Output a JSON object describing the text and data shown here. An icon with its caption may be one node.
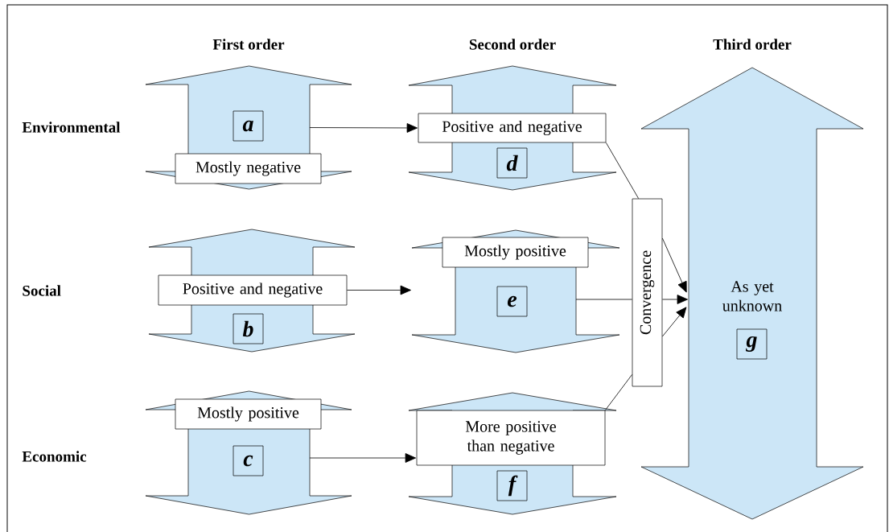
{
  "diagram": {
    "nodes": [
      {
        "text": [],
        "shape": "arrow"
      },
      {
        "text": [
          "a"
        ],
        "in": 0
      },
      {
        "text": [
          "Mostly negative"
        ],
        "in": 0
      },
      {
        "text": [],
        "shape": "arrow"
      },
      {
        "text": [
          "Positive and negative"
        ],
        "in": 3
      },
      {
        "text": [
          "b"
        ],
        "in": 3
      },
      {
        "text": [],
        "shape": "arrow"
      },
      {
        "text": [
          "Mostly positive"
        ],
        "in": 6
      },
      {
        "text": [
          "c"
        ],
        "in": 6
      },
      {
        "text": [],
        "shape": "arrow"
      },
      {
        "text": [
          "Positive and negative"
        ],
        "in": 9
      },
      {
        "text": [
          "d"
        ],
        "in": 9
      },
      {
        "text": [],
        "shape": "arrow"
      },
      {
        "text": [
          "Mostly positive"
        ],
        "in": 12
      },
      {
        "text": [
          "e"
        ],
        "in": 12
      },
      {
        "text": [],
        "shape": "arrow"
      },
      {
        "text": [
          "More positive than negative"
        ],
        "in": 15
      },
      {
        "text": [
          "f"
        ],
        "in": 15
      },
      {
        "text": [
          "Convergence"
        ]
      },
      {
        "text": [
          "As yet unknown"
        ]
      },
      {
        "text": [
          "g"
        ],
        "in": 19
      }
    ],
    "edges": [
      {
        "from": 0,
        "to": 10,
        "arrow": "to"
      },
      {
        "from": 4,
        "to": 12,
        "arrow": "to"
      },
      {
        "from": 6,
        "to": 16,
        "arrow": "to"
      },
      {
        "from": 10,
        "to": 18,
        "arrow": "none"
      },
      {
        "from": 12,
        "to": 18,
        "arrow": "none"
      },
      {
        "from": 16,
        "to": 18,
        "arrow": "none"
      },
      {
        "from": 18,
        "to": 19,
        "arrow": "to"
      },
      {
        "from": 18,
        "to": 19,
        "arrow": "to"
      },
      {
        "from": 18,
        "to": 19,
        "arrow": "to"
      }
    ],
    "labels": [
      "First order",
      "Second order",
      "Third order",
      "Environmental",
      "Social",
      "Economic"
    ]
  }
}
